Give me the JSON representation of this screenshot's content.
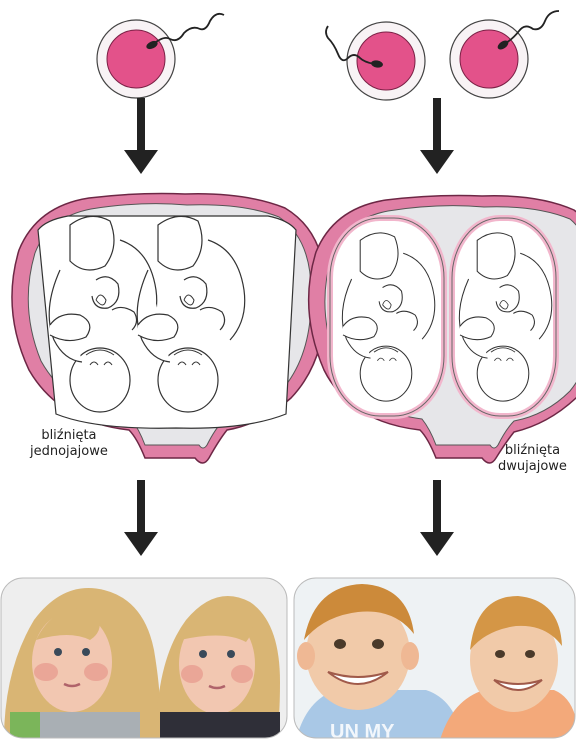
{
  "labels": {
    "identical": [
      "bliźnięta",
      "jednojajowe"
    ],
    "fraternal": [
      "bliźnięta",
      "dwujajowe"
    ]
  },
  "colors": {
    "egg": "#e3528a",
    "egg_ring": "#f7f2f4",
    "uterus_wall": "#e07fa5",
    "amnion": "#f2b6cc",
    "arrow": "#222222",
    "fluid": "#e6e6e9"
  },
  "icons": {
    "top_left": "fertilized-egg-single-sperm",
    "top_right": "two-eggs-two-sperm",
    "middle_left": "uterus-shared-sac-twins",
    "middle_right": "uterus-separate-sacs-twins",
    "bottom_left": "photo-identical-twin-girls",
    "bottom_right": "photo-fraternal-twin-boys"
  }
}
